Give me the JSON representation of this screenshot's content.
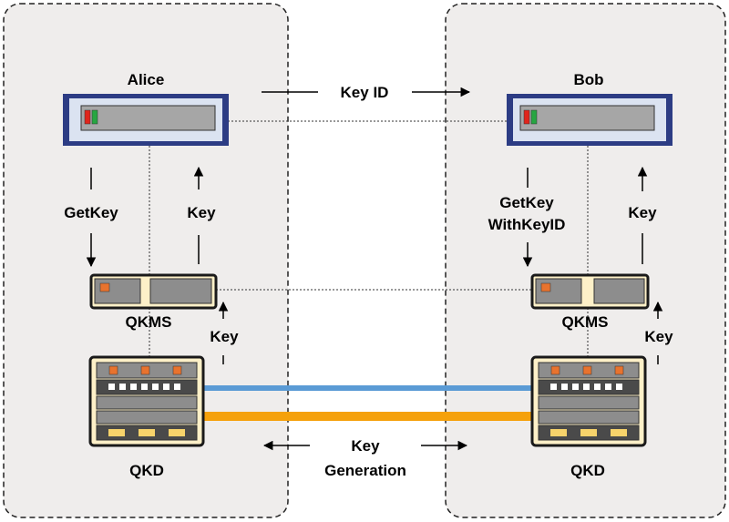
{
  "alice": {
    "name": "Alice",
    "getkey_label": "GetKey",
    "key_label": "Key",
    "qkms_label": "QKMS",
    "qkms_key_label": "Key",
    "qkd_label": "QKD"
  },
  "bob": {
    "name": "Bob",
    "getkey_line1": "GetKey",
    "getkey_line2": "WithKeyID",
    "key_label": "Key",
    "qkms_label": "QKMS",
    "qkms_key_label": "Key",
    "qkd_label": "QKD"
  },
  "center": {
    "key_id_label": "Key ID",
    "key_gen_line1": "Key",
    "key_gen_line2": "Generation"
  },
  "colors": {
    "panel_fill": "#efedec",
    "app_border": "#2c3c84",
    "app_fill": "#dbe3f1",
    "app_screen": "#a6a6a6",
    "led_red": "#e0251b",
    "led_green": "#27a642",
    "device_border": "#c9a15a",
    "device_fill": "#fdf0c8",
    "orange_led": "#e8732e",
    "quantum_link": "#5b9bd5",
    "classical_link": "#f5a10c"
  }
}
